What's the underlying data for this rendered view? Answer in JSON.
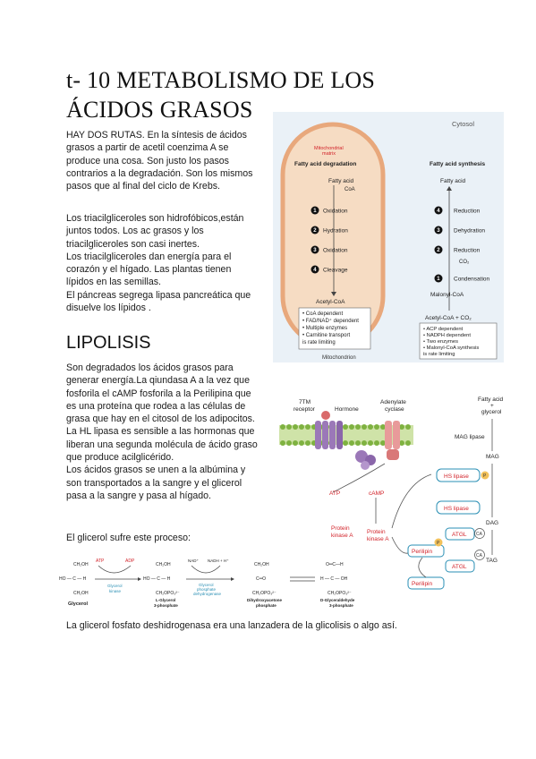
{
  "title": {
    "line1": "t- 10 METABOLISMO DE LOS",
    "line2": "ÁCIDOS GRASOS"
  },
  "intro": {
    "p1": "HAY DOS RUTAS. En la síntesis de ácidos\ngrasos a partir de acetil coenzima A se\nproduce una cosa. Son justo los pasos\ncontrarios a la degradación. Son los mismos\npasos que al final del ciclo de Krebs.",
    "p2": "Los triacilgliceroles son hidrofóbicos,están\njuntos todos. Los ac grasos y los\ntriacilgliceroles son casi inertes.\nLos triacilgliceroles dan energía para el\ncorazón y el hígado. Las plantas tienen\nlípidos en las semillas.\nEl páncreas segrega lipasa pancreática que\ndisuelve los lípidos ."
  },
  "lipolisis": {
    "heading": "LIPOLISIS",
    "p1": "Son degradados los ácidos grasos para\ngenerar energía.La qiundasa A a la vez que\nfosforila el cAMP fosforila a la Perilipina que\nes una proteína que rodea a las células de\ngrasa que hay en el citosol de los adipocitos.\nLa HL lipasa es sensible a las hormonas que\nliberan una segunda molécula de ácido graso\nque produce acilglicérido.\nLos ácidos grasos se unen a la albúmina y\nson transportados a la sangre y el glicerol\npasa a la sangre y pasa al hígado.",
    "p2": "El glicerol sufre este proceso:",
    "p3": "La glicerol fosfato deshidrogenasa era una lanzadera de la glicolisis o algo así."
  },
  "mito_diagram": {
    "cytosol": "Cytosol",
    "matrix1": "Mitochondrial",
    "matrix2": "matrix",
    "deg_title": "Fatty acid degradation",
    "deg_fa1": "Fatty acid",
    "deg_fa2": "CoA",
    "deg_steps": [
      "Oxidation",
      "Hydration",
      "Oxidation",
      "Cleavage"
    ],
    "deg_nums": [
      "1",
      "2",
      "3",
      "4"
    ],
    "deg_product": "Acetyl-CoA",
    "deg_notes": [
      "• CoA dependent",
      "• FAD/NAD⁺ dependent",
      "• Multiple enzymes",
      "• Carnitine transport",
      "  is rate limiting"
    ],
    "syn_title": "Fatty acid synthesis",
    "syn_fa": "Fatty acid",
    "syn_steps": [
      "Reduction",
      "Dehydration",
      "Reduction",
      "Condensation"
    ],
    "syn_nums": [
      "4",
      "3",
      "2",
      "1"
    ],
    "syn_co2": "CO₂",
    "syn_malonyl": "Malonyl-CoA",
    "syn_start": "Acetyl-CoA + CO₂",
    "syn_notes": [
      "• ACP dependent",
      "• NADPH dependent",
      "• Two enzymes",
      "• Malonyl-CoA synthesis",
      "  is rate limiting"
    ],
    "mito_label": "Mitochondrion"
  },
  "lipolysis_diagram": {
    "receptor1": "7TM",
    "receptor2": "receptor",
    "hormone": "Hormone",
    "ac1": "Adenylate",
    "ac2": "cyclase",
    "atp": "ATP",
    "camp": "cAMP",
    "pka": [
      "Protein",
      "kinase A"
    ],
    "pka2": [
      "Protein",
      "kinase A"
    ],
    "fa_glycerol": [
      "Fatty acid",
      "+",
      "glycerol"
    ],
    "mag_lipase": "MAG lipase",
    "mag": "MAG",
    "hs_lipase": "HS lipase",
    "dag": "DAG",
    "tag": "TAG",
    "atgl": "ATGL",
    "ca": "CA",
    "perilipin": "Perilipin",
    "p": "P"
  },
  "glycerol_diagram": {
    "atp": "ATP",
    "adp": "ADP",
    "kinase": [
      "Glycerol",
      "kinase"
    ],
    "nad": "NAD⁺",
    "nadh": "NADH + H⁺",
    "dehydro": [
      "Glycerol",
      "phosphate",
      "dehydrogenase"
    ],
    "glycerol": "Glycerol",
    "g3p": [
      "L-Glycerol",
      "3-phosphate"
    ],
    "dhap": [
      "Dihydroxyacetone",
      "phosphate"
    ],
    "gap": [
      "D-Glyceraldehyde",
      "3-phosphate"
    ],
    "ch2oh": "CH₂OH",
    "ch2opo3": "CH₂OPO₃²⁻",
    "ho_c_h": "HO — C — H",
    "c_o": "C═O",
    "h_c_oh": "H — C — OH",
    "aldehyde": "O═C—H"
  },
  "colors": {
    "mito_fill": "#f6dcc3",
    "mito_border": "#e8a87c",
    "membrane_green": "#7fb241",
    "protein_purple": "#9b78b8",
    "label_red": "#d2232a",
    "label_blue": "#2a8fb4"
  }
}
